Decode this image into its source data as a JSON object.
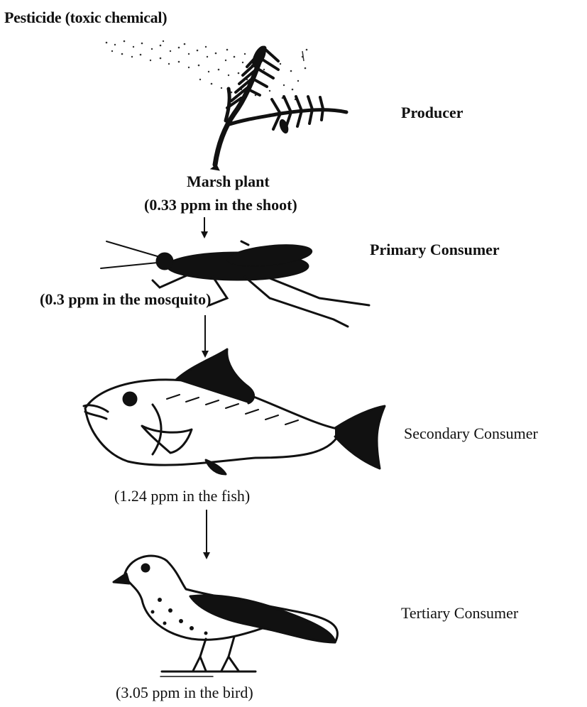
{
  "title": "Pesticide (toxic chemical)",
  "levels": [
    {
      "trophic_level": "Producer",
      "organism": "Marsh plant",
      "concentration": "(0.33 ppm in the shoot)",
      "icon": "marsh-plant-icon"
    },
    {
      "trophic_level": "Primary Consumer",
      "concentration": "(0.3 ppm in the mosquito)",
      "icon": "mosquito-icon"
    },
    {
      "trophic_level": "Secondary Consumer",
      "concentration": "(1.24 ppm in the fish)",
      "icon": "fish-icon"
    },
    {
      "trophic_level": "Tertiary Consumer",
      "concentration": "(3.05 ppm in the bird)",
      "icon": "bird-icon"
    }
  ],
  "colors": {
    "ink": "#111111",
    "background": "#ffffff"
  }
}
